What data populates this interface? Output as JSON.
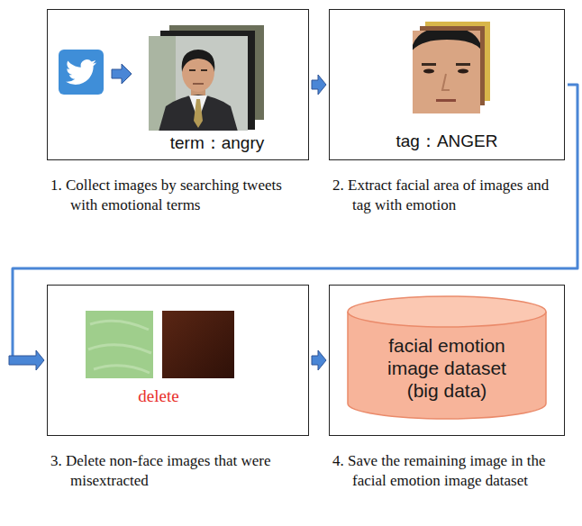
{
  "diagram": {
    "nodes": [
      {
        "text": [
          "term：angry",
          "1. Collect images by searching tweets with emotional terms"
        ]
      },
      {
        "text": [
          "tag：ANGER",
          "2. Extract facial area of images and tag with emotion"
        ]
      },
      {
        "text": [
          "delete",
          "3. Delete non-face images that were misextracted"
        ]
      },
      {
        "text": [
          "4. Save the remaining image in the facial emotion image dataset"
        ]
      },
      {
        "text": [
          "facial emotion image dataset (big data)"
        ],
        "in": 3
      }
    ],
    "edges": [
      {
        "from": 0,
        "to": 1,
        "arrow": "to"
      },
      {
        "from": 1,
        "to": 2,
        "arrow": "to"
      },
      {
        "from": 2,
        "to": 3,
        "arrow": "to"
      }
    ]
  }
}
